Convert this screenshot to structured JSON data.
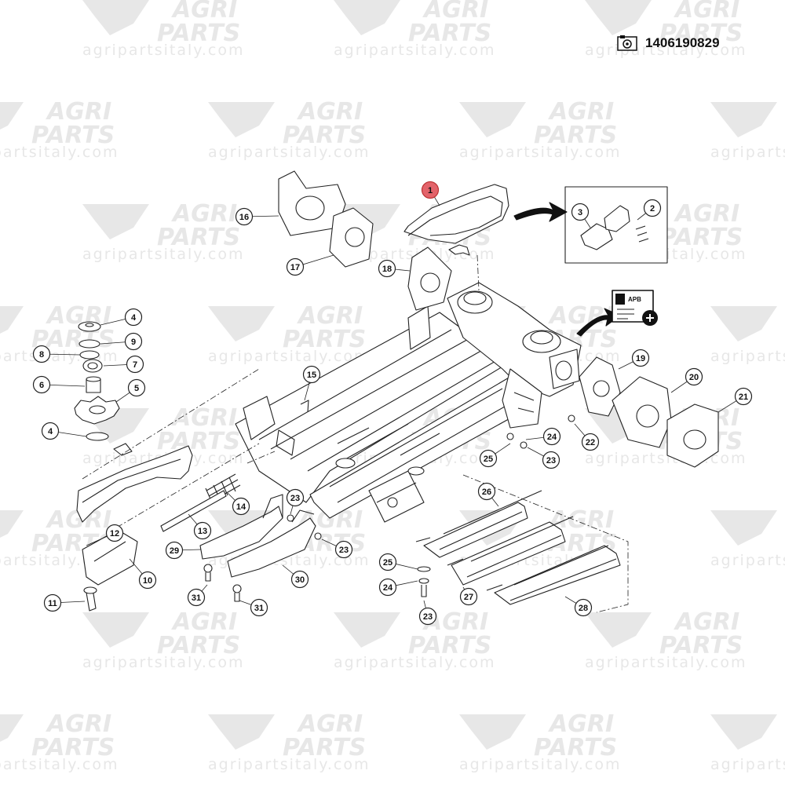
{
  "header": {
    "part_number": "1406190829"
  },
  "watermark": {
    "brand_line1": "AGRI",
    "brand_line2": "PARTS",
    "url": "agripartsitaly.com"
  },
  "apb_icon": {
    "label": "APB"
  },
  "callouts": [
    {
      "id": "c1",
      "num": "1",
      "highlight": true
    },
    {
      "id": "c2",
      "num": "2"
    },
    {
      "id": "c3",
      "num": "3"
    },
    {
      "id": "c4a",
      "num": "4"
    },
    {
      "id": "c4b",
      "num": "4"
    },
    {
      "id": "c5",
      "num": "5"
    },
    {
      "id": "c6",
      "num": "6"
    },
    {
      "id": "c7",
      "num": "7"
    },
    {
      "id": "c8",
      "num": "8"
    },
    {
      "id": "c9",
      "num": "9"
    },
    {
      "id": "c10",
      "num": "10"
    },
    {
      "id": "c11",
      "num": "11"
    },
    {
      "id": "c12",
      "num": "12"
    },
    {
      "id": "c13",
      "num": "13"
    },
    {
      "id": "c14",
      "num": "14"
    },
    {
      "id": "c15",
      "num": "15"
    },
    {
      "id": "c16",
      "num": "16"
    },
    {
      "id": "c17",
      "num": "17"
    },
    {
      "id": "c18",
      "num": "18"
    },
    {
      "id": "c19",
      "num": "19"
    },
    {
      "id": "c20",
      "num": "20"
    },
    {
      "id": "c21",
      "num": "21"
    },
    {
      "id": "c22",
      "num": "22"
    },
    {
      "id": "c23a",
      "num": "23"
    },
    {
      "id": "c23b",
      "num": "23"
    },
    {
      "id": "c23c",
      "num": "23"
    },
    {
      "id": "c23d",
      "num": "23"
    },
    {
      "id": "c24a",
      "num": "24"
    },
    {
      "id": "c24b",
      "num": "24"
    },
    {
      "id": "c25a",
      "num": "25"
    },
    {
      "id": "c25b",
      "num": "25"
    },
    {
      "id": "c26",
      "num": "26"
    },
    {
      "id": "c27",
      "num": "27"
    },
    {
      "id": "c28",
      "num": "28"
    },
    {
      "id": "c29",
      "num": "29"
    },
    {
      "id": "c30",
      "num": "30"
    },
    {
      "id": "c31a",
      "num": "31"
    },
    {
      "id": "c31b",
      "num": "31"
    }
  ],
  "colors": {
    "line": "#222222",
    "highlight": "#e3636a",
    "watermark": "#e7e7e7"
  }
}
